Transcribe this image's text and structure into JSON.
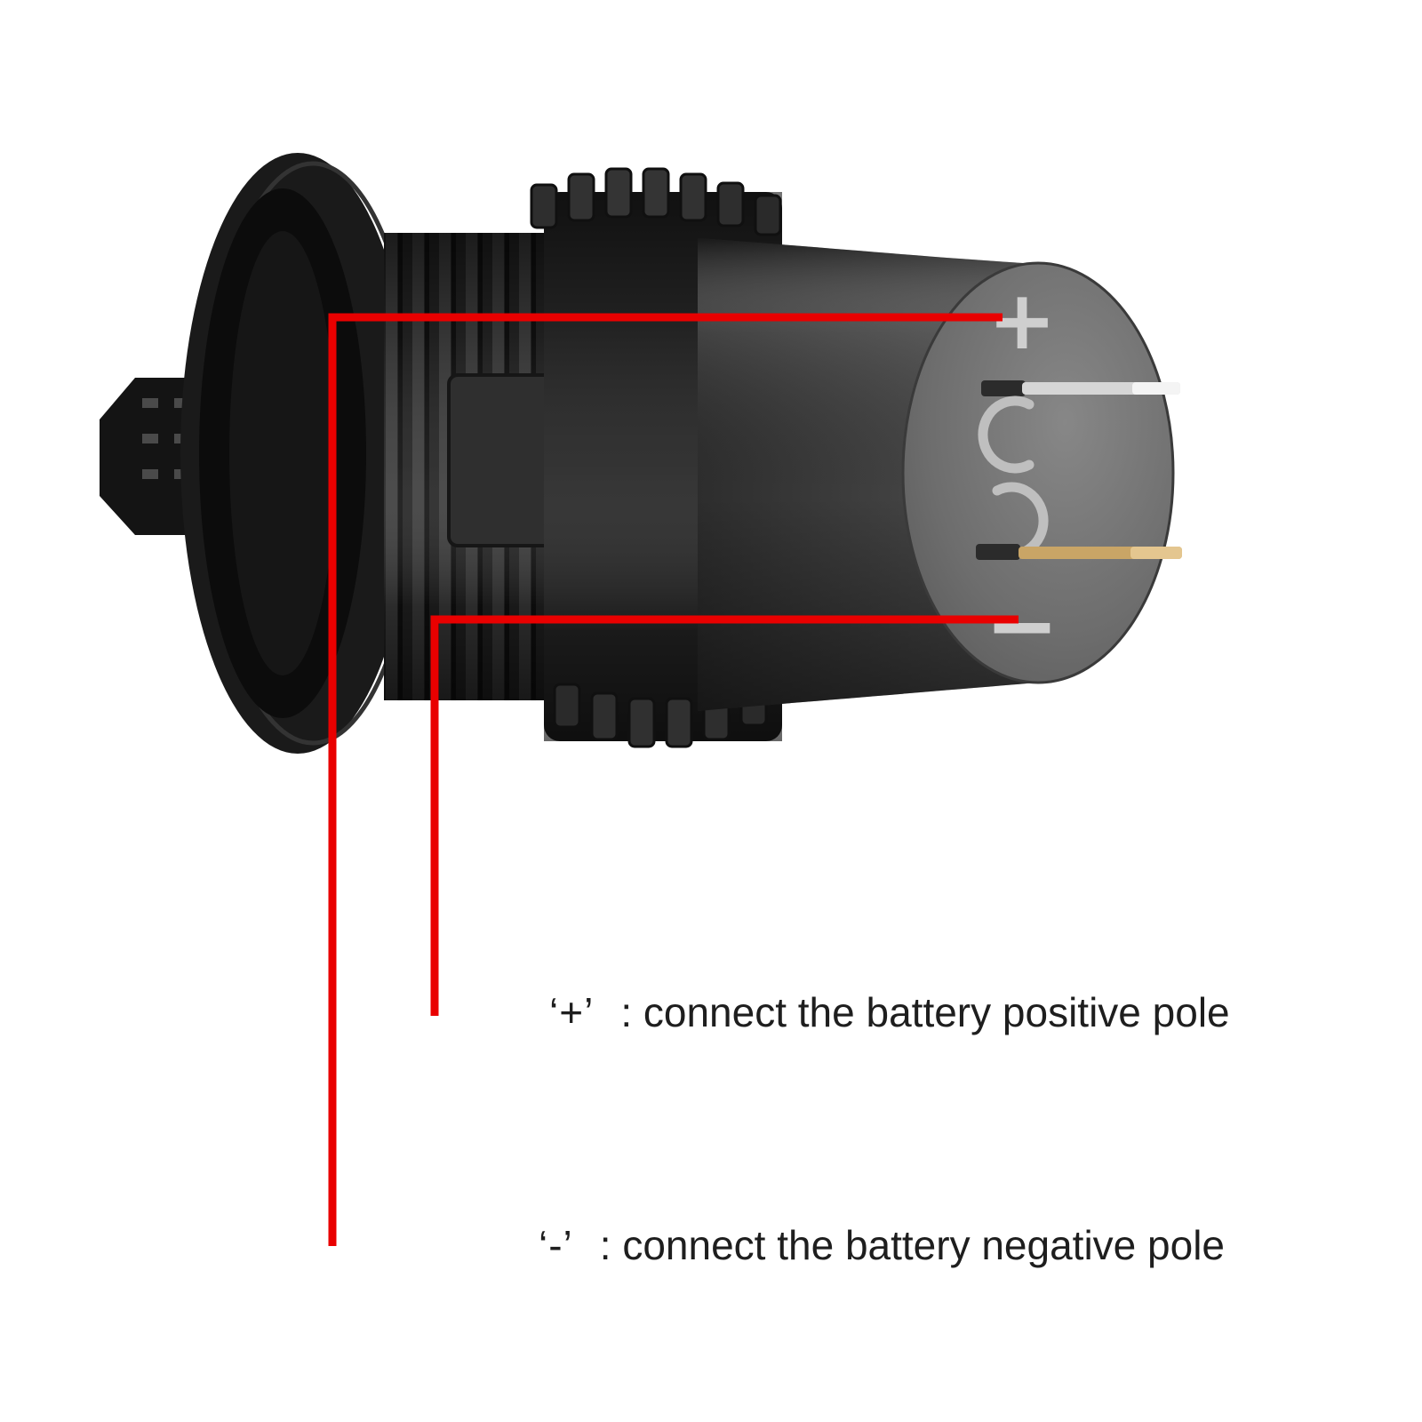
{
  "page": {
    "background": "#ffffff",
    "text_color": "#1e1e1e"
  },
  "device": {
    "kind": "car charger socket with wiring terminals",
    "face_plus_marking": "+",
    "face_minus_marking": "−"
  },
  "annotations": {
    "line_color": "#e90000",
    "items": [
      {
        "symbol": "‘+’",
        "description": ": connect the battery positive pole"
      },
      {
        "symbol": "‘-’",
        "description": ": connect the battery negative pole"
      }
    ]
  }
}
